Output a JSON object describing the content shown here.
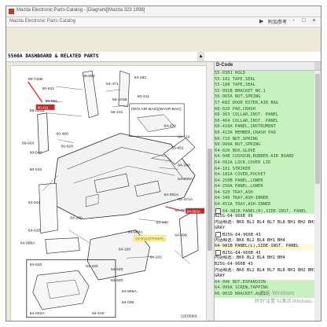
{
  "window": {
    "title": "Mazda Electronic Parts Catalog - [Diagram][Mazda 323 1998]",
    "menu_text": "Mazda Electronic Parts Catalog",
    "right_label": "附加参考",
    "controls": [
      "-",
      "□",
      "×"
    ]
  },
  "header": {
    "code": "5560A DASHBOARD & RELATED PARTS"
  },
  "diagram": {
    "callouts": [
      "60-711B",
      "60-621",
      "55-091",
      "55-091B",
      "55-092",
      "64-471",
      "64-281",
      "55-101B",
      "60-411",
      "55-101",
      "56-920",
      "60-540",
      "60-460",
      "56-620",
      "64-470",
      "64-110",
      "55-451",
      "64-290",
      "60-010",
      "64-999A",
      "64-281A",
      "64-471A",
      "64-481A",
      "64-440",
      "64-999A",
      "64-999",
      "64-042",
      "64-200",
      "64-010",
      "64-999A",
      "64-160",
      "64-202",
      "64-040",
      "64-620",
      "64-999A",
      "64-035",
      "64-620",
      "64-002A",
      "64-420",
      "64-100"
    ],
    "red_labels": [
      "60-411",
      "64-050A"
    ],
    "yellow_label": "64-001(STRIKER)",
    "note_text": "(W/O AIR BAG)(W/AIR BAG)",
    "footer_code": "(2E0590)"
  },
  "parts_panel": {
    "header": "D-Code",
    "rows": [
      {
        "text": "55-030J HOLD",
        "style": "g"
      },
      {
        "text": "55-181  TAPE,SEAL",
        "style": "g"
      },
      {
        "text": "55-188  TAPE,SEAL",
        "style": "g"
      },
      {
        "text": "55-091B BRACKET NO.1",
        "style": "g"
      },
      {
        "text": "56-965A NUT,SPRING",
        "style": "g"
      },
      {
        "text": "57-K8Z  DOOR ESTER,AIR BAG",
        "style": "g"
      },
      {
        "text": "60-020  PAD,CRASH",
        "style": "g"
      },
      {
        "text": "60-363  COLLAR,INST. PANEL",
        "style": "g"
      },
      {
        "text": "60-464  COLLAR,INST. PANEL",
        "style": "g"
      },
      {
        "text": "60-410A PANEL,INSTRUMENT",
        "style": "g"
      },
      {
        "text": "60-413A MEMBER,CRASH PAD",
        "style": "g"
      },
      {
        "text": "60-710  NUT,SPRING",
        "style": "g"
      },
      {
        "text": "60-999A NUT,SPRING",
        "style": "g"
      },
      {
        "text": "64-020  BOX,GLOVE",
        "style": "g"
      },
      {
        "text": "64-04B  CUSHION,RUBBER-AIR BOARD",
        "style": "g"
      },
      {
        "text": "64-092A LOCK,COVER LID",
        "style": "g"
      },
      {
        "text": "64-101  STRIKER",
        "style": "g"
      },
      {
        "text": "64-181A COVER,POCKET",
        "style": "g"
      },
      {
        "text": "64-250B PANEL,LOWER",
        "style": "g"
      },
      {
        "text": "64-250A PANEL,LOWER",
        "style": "g"
      },
      {
        "text": "64-320  TRAY,ASH",
        "style": "g"
      },
      {
        "text": "64-340  TRAY,ASH-INNER",
        "style": "g"
      },
      {
        "text": "64-451A TRAY,ASH-INNER",
        "style": "g"
      },
      {
        "text": "64-981B PANEL(R),SIDE-INST. PANEL",
        "style": "g",
        "check": true
      },
      {
        "text": "B25G-64-966B 99",
        "style": "w"
      },
      {
        "text": "内话释选: BK6 BL2 BL4 BL7 BL8 BH1 BH2 BH3",
        "style": "w"
      },
      {
        "text": "GRAY",
        "style": "w"
      },
      {
        "text": "B25G-64-966B 43",
        "style": "w",
        "check": true
      },
      {
        "text": "内话释选: BK6 BL2 BL4 BH1 BH4",
        "style": "w"
      },
      {
        "text": "64-981B PANEL(L),SIDE-INST. PANEL",
        "style": "h"
      },
      {
        "text": "B25G-64-966B 43",
        "style": "w",
        "check": true
      },
      {
        "text": "内话释选: BK6 BL2 BL4 BH1 BH4",
        "style": "w"
      },
      {
        "text": "B25G-64-966B 43",
        "style": "w"
      },
      {
        "text": "内话释选: BK6 BL2 BL4 BL7 BL8 BH1 BH2 BH3",
        "style": "w"
      },
      {
        "text": "GRAY",
        "style": "w"
      },
      {
        "text": "64-996  NUT,EXPANSION",
        "style": "g"
      },
      {
        "text": "64-999A SCREW,TAPPING",
        "style": "g"
      },
      {
        "text": "66-901D BRACKET,AUDIO",
        "style": "g"
      }
    ]
  },
  "watermark": {
    "line1": "激活 Windows",
    "line2": "转到\"设置\"以激活 Windows。"
  }
}
